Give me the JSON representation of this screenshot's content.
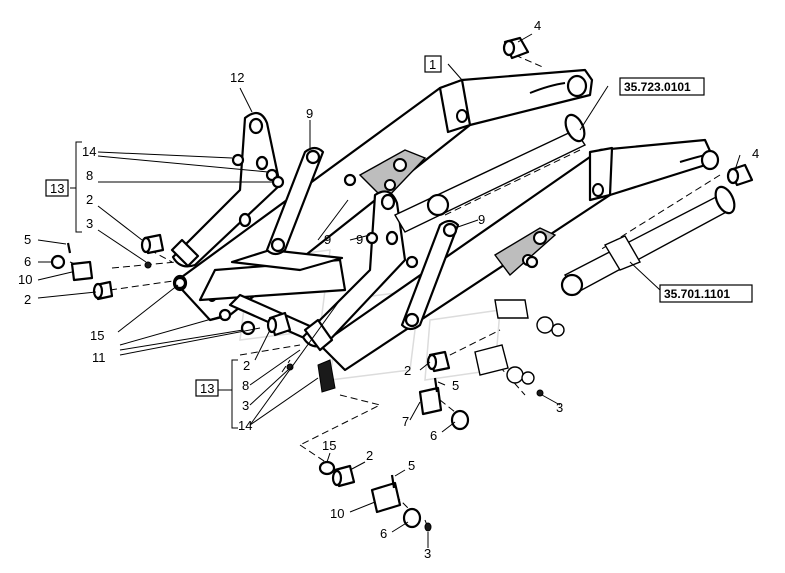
{
  "callouts": {
    "n1": "1",
    "n2a": "2",
    "n2b": "2",
    "n2c": "2",
    "n2d": "2",
    "n2e": "2",
    "n3a": "3",
    "n3b": "3",
    "n3c": "3",
    "n3d": "3",
    "n4a": "4",
    "n4b": "4",
    "n5a": "5",
    "n5b": "5",
    "n5c": "5",
    "n6a": "6",
    "n6b": "6",
    "n6c": "6",
    "n7": "7",
    "n8a": "8",
    "n8b": "8",
    "n9a": "9",
    "n9b": "9",
    "n9c": "9",
    "n9d": "9",
    "n10a": "10",
    "n10b": "10",
    "n11": "11",
    "n12": "12",
    "n13a": "13",
    "n13b": "13",
    "n14a": "14",
    "n14b": "14",
    "n15a": "15",
    "n15b": "15"
  },
  "references": {
    "cyl_upper": "35.723.0101",
    "cyl_lower": "35.701.1101"
  }
}
